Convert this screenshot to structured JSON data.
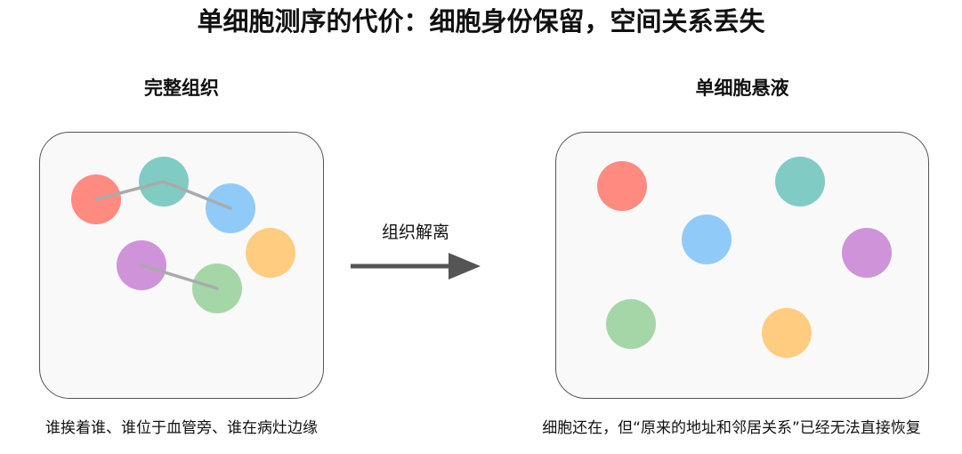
{
  "title": "单细胞测序的代价：细胞身份保留，空间关系丢失",
  "left_panel": {
    "title": "完整组织",
    "caption": "谁挨着谁、谁位于血管旁、谁在病灶边缘"
  },
  "right_panel": {
    "title": "单细胞悬液",
    "caption": "细胞还在，但“原来的地址和邻居关系”已经无法直接恢复"
  },
  "arrow": {
    "label": "组织解离"
  },
  "colors": {
    "red": "#ff8a80",
    "teal": "#80cbc4",
    "blue": "#90caf9",
    "orange": "#ffcc80",
    "purple": "#ce93d8",
    "green": "#a5d6a7",
    "link": "#aaaaaa",
    "arrow": "#555555",
    "panel_border": "#555555",
    "panel_fill": "#f9f9f9"
  }
}
